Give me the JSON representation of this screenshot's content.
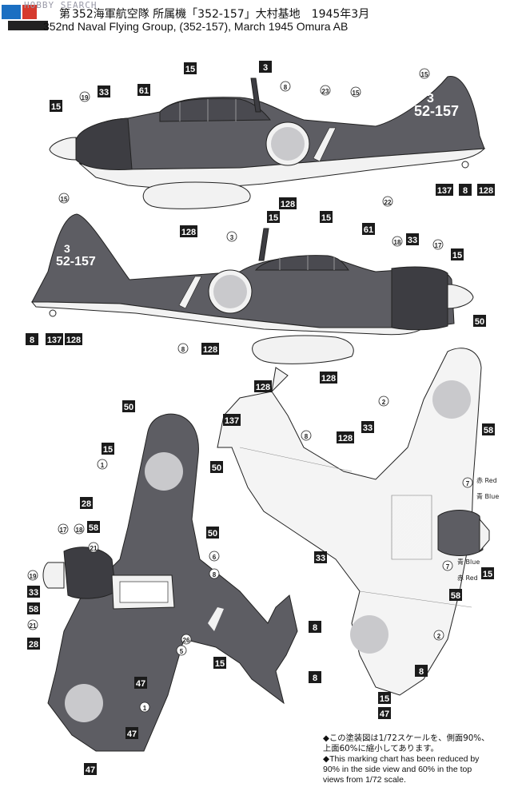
{
  "header": {
    "watermark": "HOBBY SEARCH",
    "title_jp_prefix": "第",
    "title_jp": "352海軍航空隊 所属機「352-157」大村基地　1945年3月",
    "title_en": "352nd Naval Flying Group, (352-157), March 1945 Omura AB"
  },
  "aircraft_marking": {
    "line1": "3",
    "line2": "52-157"
  },
  "colors": {
    "upper": "#5d5d63",
    "lower": "#f2f2f2",
    "cowling": "#3d3d42",
    "hinomaru": "#c9c9cc",
    "box": "#1b1b1b",
    "outline": "#222222"
  },
  "callouts": {
    "side_upper": [
      "15",
      "61",
      "33",
      "19",
      "15",
      "3",
      "8",
      "23",
      "15",
      "15",
      "128",
      "137",
      "8",
      "22",
      "128",
      "128"
    ],
    "side_lower": [
      "15",
      "15",
      "3",
      "15",
      "61",
      "18",
      "33",
      "17",
      "15",
      "8",
      "137",
      "128",
      "8",
      "128",
      "128"
    ],
    "top_view": [
      "50",
      "15",
      "1",
      "50",
      "28",
      "58",
      "17",
      "18",
      "50",
      "21",
      "6",
      "19",
      "8",
      "33",
      "58",
      "21",
      "26",
      "28",
      "5",
      "47",
      "8",
      "15",
      "8",
      "1",
      "47",
      "47"
    ],
    "bottom_view": [
      "128",
      "137",
      "8",
      "128",
      "50",
      "2",
      "33",
      "58",
      "7",
      "33",
      "7",
      "15",
      "58",
      "2",
      "8",
      "15",
      "47"
    ]
  },
  "nav_lights": {
    "red": "赤 Red",
    "blue": "青 Blue"
  },
  "note": {
    "jp_1": "◆この塗装図は1/72スケールを、側面90%、",
    "jp_2": "上面60%に縮小してあります。",
    "en_1": "◆This marking chart has been reduced by",
    "en_2": "90% in the side view and 60% in the top",
    "en_3": "views from 1/72 scale."
  }
}
